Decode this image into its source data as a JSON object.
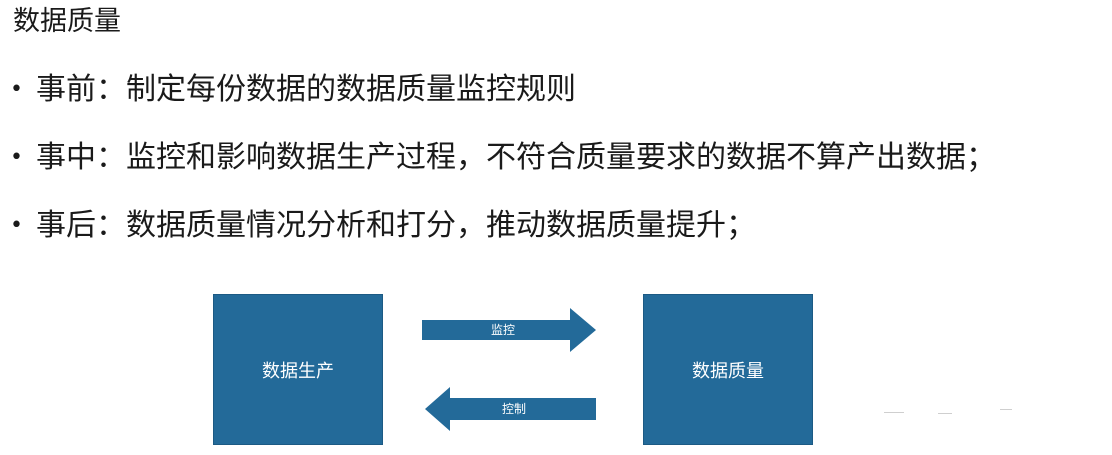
{
  "title": "数据质量",
  "bullets": [
    {
      "text": "事前：制定每份数据的数据质量监控规则"
    },
    {
      "text": "事中：监控和影响数据生产过程，不符合质量要求的数据不算产出数据；"
    },
    {
      "text": "事后：数据质量情况分析和打分，推动数据质量提升；"
    }
  ],
  "diagram": {
    "left_box": "数据生产",
    "right_box": "数据质量",
    "arrow_right_label": "监控",
    "arrow_left_label": "控制",
    "box_color": "#236a99"
  }
}
